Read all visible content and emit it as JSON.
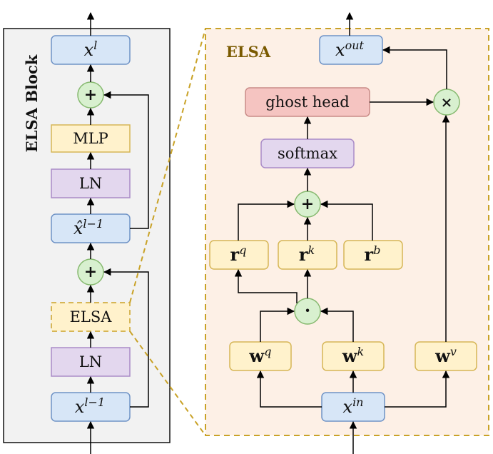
{
  "block_panel": {
    "title": "ELSA Block",
    "nodes": {
      "x_l": {
        "base": "x",
        "sup": "l"
      },
      "mlp": "MLP",
      "ln_top": "LN",
      "xhat": {
        "base": "x̂",
        "sup": "l−1"
      },
      "elsa": "ELSA",
      "ln_bottom": "LN",
      "x_l_minus_1": {
        "base": "x",
        "sup": "l−1"
      }
    },
    "plus_symbol": "+"
  },
  "elsa_panel": {
    "title": "ELSA",
    "nodes": {
      "x_out": {
        "base": "x",
        "sup": "out"
      },
      "ghost_head": "ghost head",
      "softmax": "softmax",
      "r_q": {
        "base": "r",
        "sup": "q"
      },
      "r_k": {
        "base": "r",
        "sup": "k"
      },
      "r_b": {
        "base": "r",
        "sup": "b"
      },
      "w_q": {
        "base": "w",
        "sup": "q"
      },
      "w_k": {
        "base": "w",
        "sup": "k"
      },
      "w_v": {
        "base": "w",
        "sup": "v"
      },
      "x_in": {
        "base": "x",
        "sup": "in"
      }
    },
    "plus_symbol": "+",
    "dot_symbol": "·",
    "times_symbol": "×"
  },
  "colors": {
    "block_bg": "#f2f2f2",
    "elsa_bg": "#fdf0e6",
    "dashed_border": "#c9a227",
    "elsa_title": "#7a5a00",
    "blue_fill": "#d7e6f7",
    "blue_stroke": "#6f93c6",
    "purple_fill": "#e3d7ee",
    "purple_stroke": "#a98bc7",
    "yellow_fill": "#fff2cc",
    "yellow_stroke": "#d6b656",
    "red_fill": "#f5c4c1",
    "red_stroke": "#c98b87",
    "green_fill": "#d8f0cf",
    "green_stroke": "#86b96f"
  }
}
